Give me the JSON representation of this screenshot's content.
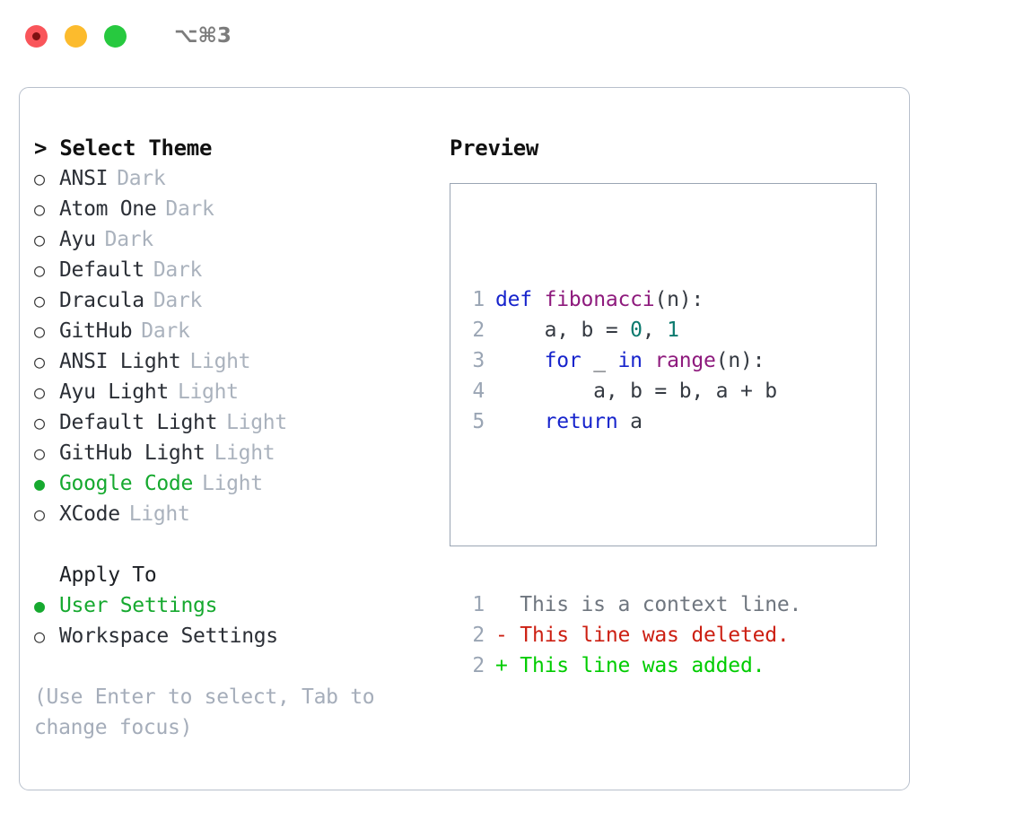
{
  "titlebar": {
    "shortcut": "⌥⌘3",
    "buttons": [
      "close",
      "minimize",
      "maximize"
    ]
  },
  "left": {
    "theme_section": {
      "caret": "> ",
      "title": "Select Theme",
      "items": [
        {
          "bullet": "○",
          "label": "ANSI",
          "tag": "Dark",
          "selected": false
        },
        {
          "bullet": "○",
          "label": "Atom One",
          "tag": "Dark",
          "selected": false
        },
        {
          "bullet": "○",
          "label": "Ayu",
          "tag": "Dark",
          "selected": false
        },
        {
          "bullet": "○",
          "label": "Default",
          "tag": "Dark",
          "selected": false
        },
        {
          "bullet": "○",
          "label": "Dracula",
          "tag": "Dark",
          "selected": false
        },
        {
          "bullet": "○",
          "label": "GitHub",
          "tag": "Dark",
          "selected": false
        },
        {
          "bullet": "○",
          "label": "ANSI Light",
          "tag": "Light",
          "selected": false
        },
        {
          "bullet": "○",
          "label": "Ayu Light",
          "tag": "Light",
          "selected": false
        },
        {
          "bullet": "○",
          "label": "Default Light",
          "tag": "Light",
          "selected": false
        },
        {
          "bullet": "○",
          "label": "GitHub Light",
          "tag": "Light",
          "selected": false
        },
        {
          "bullet": "●",
          "label": "Google Code",
          "tag": "Light",
          "selected": true
        },
        {
          "bullet": "○",
          "label": "XCode",
          "tag": "Light",
          "selected": false
        }
      ]
    },
    "apply_section": {
      "title": "Apply To",
      "items": [
        {
          "bullet": "●",
          "label": "User Settings",
          "selected": true
        },
        {
          "bullet": "○",
          "label": "Workspace Settings",
          "selected": false
        }
      ]
    },
    "hint": "(Use Enter to select, Tab to change focus)"
  },
  "right": {
    "title": "Preview",
    "code_lines": [
      {
        "no": "1",
        "tokens": [
          {
            "t": "def",
            "c": "kw"
          },
          {
            "t": " ",
            "c": "punc"
          },
          {
            "t": "fibonacci",
            "c": "fn"
          },
          {
            "t": "(n):",
            "c": "punc"
          }
        ]
      },
      {
        "no": "2",
        "tokens": [
          {
            "t": "    a, b = ",
            "c": "id"
          },
          {
            "t": "0",
            "c": "num"
          },
          {
            "t": ", ",
            "c": "punc"
          },
          {
            "t": "1",
            "c": "num"
          }
        ]
      },
      {
        "no": "3",
        "tokens": [
          {
            "t": "    ",
            "c": "id"
          },
          {
            "t": "for",
            "c": "kw"
          },
          {
            "t": " _ ",
            "c": "id"
          },
          {
            "t": "in",
            "c": "kw"
          },
          {
            "t": " ",
            "c": "id"
          },
          {
            "t": "range",
            "c": "fn"
          },
          {
            "t": "(n):",
            "c": "punc"
          }
        ]
      },
      {
        "no": "4",
        "tokens": [
          {
            "t": "        a, b = b, a + b",
            "c": "id"
          }
        ]
      },
      {
        "no": "5",
        "tokens": [
          {
            "t": "    ",
            "c": "id"
          },
          {
            "t": "return",
            "c": "kw"
          },
          {
            "t": " a",
            "c": "id"
          }
        ]
      }
    ],
    "diff_lines": [
      {
        "no": "1",
        "marker": "  ",
        "text": "This is a context line.",
        "kind": "ctx"
      },
      {
        "no": "2",
        "marker": "- ",
        "text": "This line was deleted.",
        "kind": "del"
      },
      {
        "no": "2",
        "marker": "+ ",
        "text": "This line was added.",
        "kind": "add"
      }
    ]
  },
  "colors": {
    "accent_green": "#16a92f",
    "diff_add": "#00cc00",
    "diff_del": "#cc1f12",
    "muted": "#aab2bd",
    "keyword": "#1724cc",
    "function": "#8e1a7d",
    "number": "#0b7a6e"
  }
}
